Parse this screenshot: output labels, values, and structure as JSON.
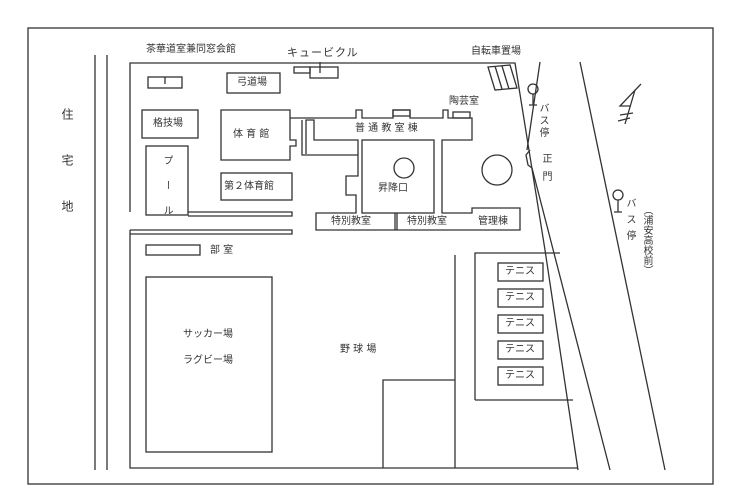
{
  "map": {
    "surroundings": {
      "residential": [
        "住",
        "宅",
        "地"
      ]
    },
    "buildings": {
      "tea_hall": "茶華道室兼同窓会館",
      "cubicle": "キュービクル",
      "archery": "弓道場",
      "martial_arts": "格技場",
      "gym": "体 育 館",
      "pool": "プ ー ル",
      "gym2": "第２体育館",
      "classroom": "普 通 教 室 棟",
      "ceramics": "陶芸室",
      "bicycle": "自転車置場",
      "entrance": "昇降口",
      "special1": "特別教室",
      "special2": "特別教室",
      "admin": "管理棟",
      "club": "部 室"
    },
    "fields": {
      "soccer": "サッカー場",
      "rugby": "ラグビー場",
      "baseball": "野 球 場",
      "tennis": [
        "テニス",
        "テニス",
        "テニス",
        "テニス",
        "テニス"
      ]
    },
    "gate": "正門",
    "bus_stop_1": "バス停",
    "bus_stop_2": "バス停",
    "bus_stop_2_name": "（浦安高校前）"
  }
}
